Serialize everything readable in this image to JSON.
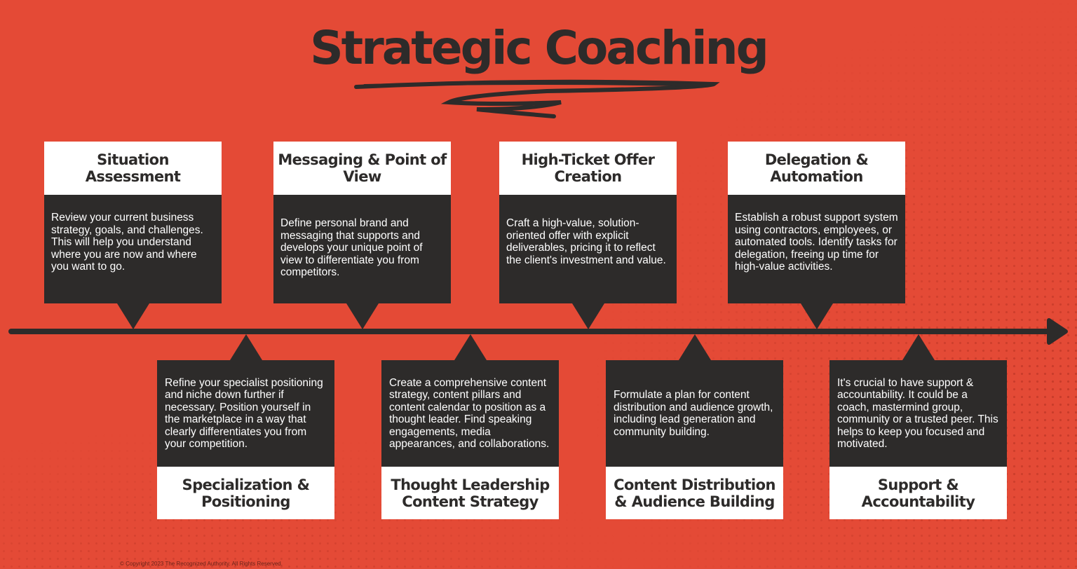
{
  "title": "Strategic Coaching",
  "colors": {
    "background": "#e44a36",
    "dark": "#2d2b2a",
    "light": "#ffffff"
  },
  "steps_top": [
    {
      "heading": "Situation Assessment",
      "description": "Review your current business strategy, goals, and challenges. This will help you understand where you are now and where you want to go."
    },
    {
      "heading": "Messaging & Point of View",
      "description": "Define personal brand and messaging that supports and develops your unique point of view to differentiate you from competitors."
    },
    {
      "heading": "High-Ticket Offer Creation",
      "description": "Craft a high-value, solution-oriented offer with explicit deliverables, pricing it to reflect the client's investment and value."
    },
    {
      "heading": "Delegation & Automation",
      "description": "Establish a robust support system using contractors, employees, or automated tools. Identify tasks for delegation, freeing up time for high-value activities."
    }
  ],
  "steps_bottom": [
    {
      "heading": "Specialization & Positioning",
      "description": "Refine your specialist positioning and niche down further if necessary. Position yourself in the marketplace in a way that clearly differentiates you from your competition."
    },
    {
      "heading": "Thought Leadership Content Strategy",
      "description": "Create a comprehensive content strategy, content pillars and content calendar to position as a thought leader. Find speaking engagements, media appearances, and collaborations."
    },
    {
      "heading": "Content Distribution & Audience Building",
      "description": "Formulate a plan for content distribution and audience growth, including lead generation and community building."
    },
    {
      "heading": "Support & Accountability",
      "description": "It's crucial to have support & accountability. It could be a coach, mastermind group, community or a trusted peer. This helps to keep you focused and motivated."
    }
  ],
  "copyright": "© Copyright 2023 The Recognized Authority. All Rights Reserved."
}
